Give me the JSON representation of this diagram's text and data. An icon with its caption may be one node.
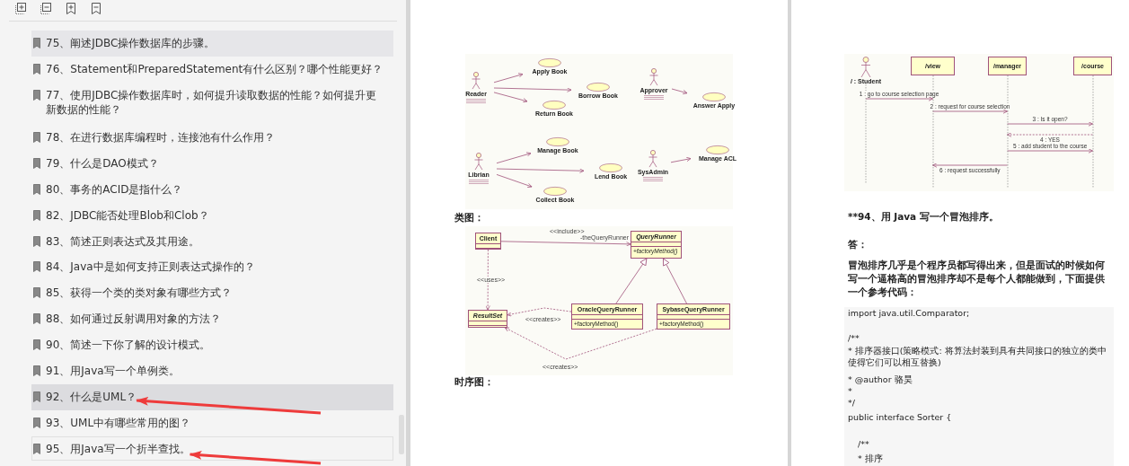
{
  "diagram": {
    "nodes": [
      {
        "text": [
          "75、阐述JDBC操作数据库的步骤。"
        ]
      },
      {
        "text": [
          "76、Statement和PreparedStatement有什么区别？哪个性能更好？"
        ]
      },
      {
        "text": [
          "77、使用JDBC操作数据库时，如何提升读取数据的性能？如何提升更新数据的性能？"
        ]
      },
      {
        "text": [
          "78、在进行数据库编程时，连接池有什么作用？"
        ]
      },
      {
        "text": [
          "79、什么是DAO模式？"
        ]
      },
      {
        "text": [
          "80、事务的ACID是指什么？"
        ]
      },
      {
        "text": [
          "82、JDBC能否处理Blob和Clob？"
        ]
      },
      {
        "text": [
          "83、简述正则表达式及其用途。"
        ]
      },
      {
        "text": [
          "84、Java中是如何支持正则表达式操作的？"
        ]
      },
      {
        "text": [
          "85、获得一个类的类对象有哪些方式？"
        ]
      },
      {
        "text": [
          "88、如何通过反射调用对象的方法？"
        ]
      },
      {
        "text": [
          "90、简述一下你了解的设计模式。"
        ]
      },
      {
        "text": [
          "91、用Java写一个单例类。"
        ]
      },
      {
        "text": [
          "92、什么是UML？"
        ]
      },
      {
        "text": [
          "93、UML中有哪些常用的图？"
        ]
      },
      {
        "text": [
          "95、用Java写一个折半查找。"
        ]
      },
      {
        "text": [
          "Reader"
        ]
      },
      {
        "text": [
          "Apply Book"
        ]
      },
      {
        "text": [
          "Borrow Book"
        ]
      },
      {
        "text": [
          "Return Book"
        ]
      },
      {
        "text": [
          "Approver"
        ]
      },
      {
        "text": [
          "Answer Apply"
        ]
      },
      {
        "text": [
          "Librian"
        ]
      },
      {
        "text": [
          "Manage Book"
        ]
      },
      {
        "text": [
          "Lend Book"
        ]
      },
      {
        "text": [
          "Collect Book"
        ]
      },
      {
        "text": [
          "SysAdmin"
        ]
      },
      {
        "text": [
          "Manage ACL"
        ]
      },
      {
        "text": [
          "Client"
        ]
      },
      {
        "text": [
          "QueryRunner",
          "+factoryMethod()"
        ]
      },
      {
        "text": [
          "ResultSet"
        ]
      },
      {
        "text": [
          "OracleQueryRunner",
          "+factoryMethod()"
        ]
      },
      {
        "text": [
          "SybaseQueryRunner",
          "+factoryMethod()"
        ]
      },
      {
        "text": [
          "/ : Student"
        ]
      },
      {
        "text": [
          "/view"
        ]
      },
      {
        "text": [
          "/manager"
        ]
      },
      {
        "text": [
          "/course"
        ]
      }
    ],
    "edges": [
      {
        "from": null,
        "to": 13,
        "arrow": "to",
        "style": "thick",
        "color": "#ee3b3b"
      },
      {
        "from": null,
        "to": 15,
        "arrow": "to",
        "style": "thick",
        "color": "#ee3b3b"
      },
      {
        "from": 16,
        "to": 17,
        "arrow": "to"
      },
      {
        "from": 16,
        "to": 18,
        "arrow": "to"
      },
      {
        "from": 16,
        "to": 19,
        "arrow": "to"
      },
      {
        "from": 20,
        "to": 21,
        "arrow": "to"
      },
      {
        "from": 22,
        "to": 23,
        "arrow": "to"
      },
      {
        "from": 22,
        "to": 24,
        "arrow": "to"
      },
      {
        "from": 22,
        "to": 25,
        "arrow": "to"
      },
      {
        "from": 26,
        "to": 27,
        "arrow": "to"
      },
      {
        "from": 28,
        "to": 29,
        "arrow": "to",
        "label": "<<include>>"
      },
      {
        "from": 28,
        "to": 30,
        "arrow": "to",
        "label": "<<uses>>",
        "style": "dashed"
      },
      {
        "from": 31,
        "to": 29,
        "arrow": "to"
      },
      {
        "from": 32,
        "to": 29,
        "arrow": "to"
      },
      {
        "from": 31,
        "to": 30,
        "arrow": "to",
        "label": "<<creates>>",
        "style": "dashed"
      },
      {
        "from": 32,
        "to": 30,
        "arrow": "to",
        "label": "<<creates>>",
        "style": "dashed"
      },
      {
        "from": 33,
        "to": 34,
        "arrow": "to",
        "label": "1 : go to course selection page"
      },
      {
        "from": 34,
        "to": 35,
        "arrow": "to",
        "label": "2 : request for course selection"
      },
      {
        "from": 35,
        "to": 36,
        "arrow": "to",
        "label": "3 : Is it open?"
      },
      {
        "from": 36,
        "to": 35,
        "arrow": "to",
        "label": "4 : YES",
        "style": "dashed"
      },
      {
        "from": 35,
        "to": 36,
        "arrow": "to",
        "label": "5 : add student to the course"
      },
      {
        "from": 35,
        "to": 34,
        "arrow": "to",
        "label": "6 : request successfully"
      }
    ],
    "labels": [
      "类图：",
      "-theQueryRunner",
      "时序图：",
      "**94、用 Java 写一个冒泡排序。",
      "答：",
      "冒泡排序几乎是个程序员都写得出来，但是面试的时候如何写一个逼格高的冒泡排序却不是每个人都能做到，下面提供一个参考代码：",
      "import java.util.Comparator;",
      "/**",
      "* 排序器接口(策略模式: 将算法封装到具有共同接口的独立的类中使得它们可以相互替换)",
      "* @author 骆昊",
      "*",
      "*/",
      "public interface Sorter {",
      "/**",
      "* 排序"
    ]
  }
}
